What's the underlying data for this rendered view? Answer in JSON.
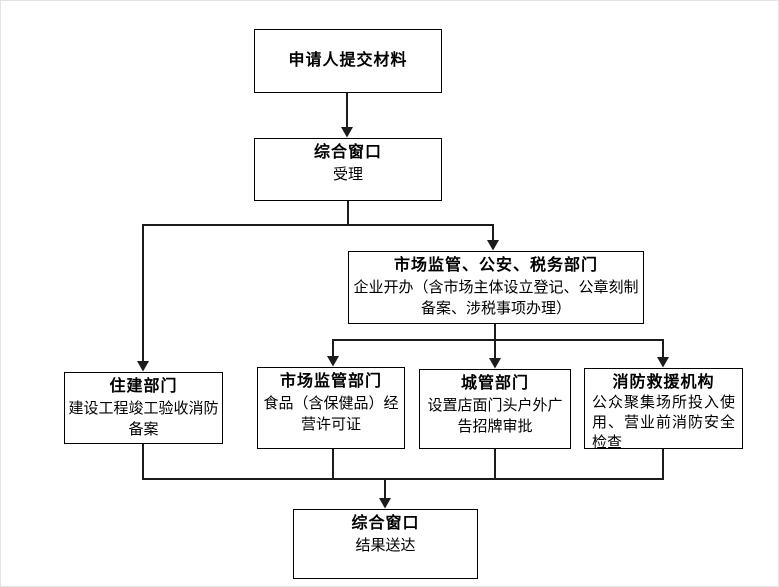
{
  "diagram": {
    "type": "flowchart",
    "title": "",
    "colors": {
      "background": "#ffffff",
      "box_border": "#000000",
      "line": "#1c1c1c",
      "text": "#000000"
    },
    "nodes": {
      "applicant": {
        "title": "申请人提交材料",
        "body": ""
      },
      "window_accept": {
        "title": "综合窗口",
        "body": "受理"
      },
      "enterprise": {
        "title": "市场监管、公安、税务部门",
        "body": "企业开办（含市场主体设立登记、公章刻制备案、涉税事项办理）"
      },
      "housing": {
        "title": "住建部门",
        "body": "建设工程竣工验收消防备案"
      },
      "market": {
        "title": "市场监管部门",
        "body": "食品（含保健品）经营许可证"
      },
      "urban": {
        "title": "城管部门",
        "body": "设置店面门头户外广告招牌审批"
      },
      "fire": {
        "title": "消防救援机构",
        "body": "公众聚集场所投入使用、营业前消防安全检查"
      },
      "window_result": {
        "title": "综合窗口",
        "body": "结果送达"
      }
    },
    "edges": [
      {
        "from": "applicant",
        "to": "window_accept"
      },
      {
        "from": "window_accept",
        "to": "housing"
      },
      {
        "from": "window_accept",
        "to": "enterprise"
      },
      {
        "from": "enterprise",
        "to": "market"
      },
      {
        "from": "enterprise",
        "to": "urban"
      },
      {
        "from": "enterprise",
        "to": "fire"
      },
      {
        "from": "housing",
        "to": "window_result"
      },
      {
        "from": "market",
        "to": "window_result"
      },
      {
        "from": "urban",
        "to": "window_result"
      },
      {
        "from": "fire",
        "to": "window_result"
      }
    ]
  }
}
